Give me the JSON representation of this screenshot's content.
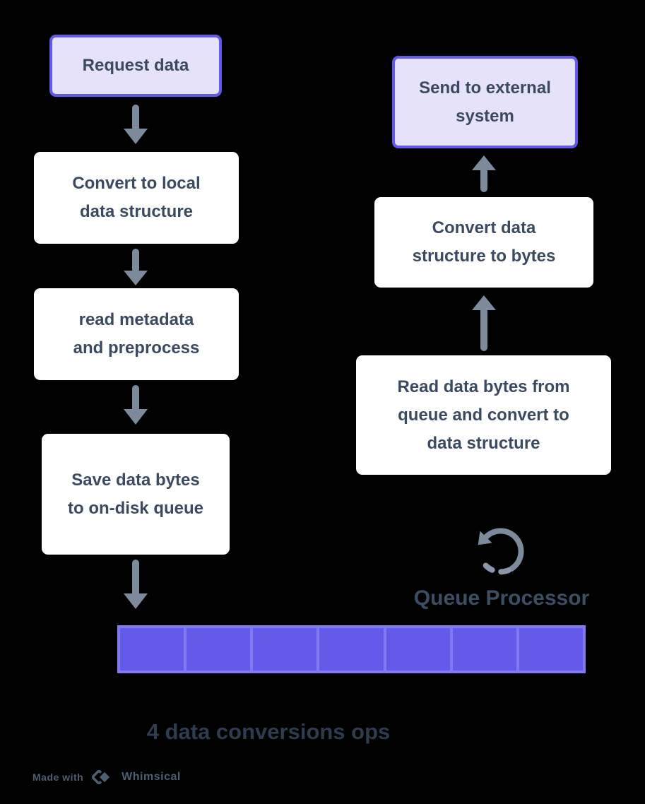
{
  "colors": {
    "background": "#000000",
    "accent_purple": "#6458E8",
    "purple_node_fill": "#E7E2FB",
    "white_node_fill": "#FFFFFF",
    "node_text": "#3B4A5F",
    "arrow": "#7D8A9B",
    "queue_frame": "#8079F0",
    "queue_cell": "#635AEA",
    "heading_text": "#3D4D63",
    "caption_text": "#2F3B4F",
    "watermark_text": "#4E5E73"
  },
  "nodes": {
    "request": {
      "label": "Request data"
    },
    "convert_local": {
      "label": "Convert to local\ndata structure"
    },
    "read_metadata": {
      "label": "read metadata\nand preprocess"
    },
    "save_bytes": {
      "label": "Save data bytes\nto on-disk queue"
    },
    "send_external": {
      "label": "Send to external\nsystem"
    },
    "convert_bytes": {
      "label": "Convert data\nstructure to bytes"
    },
    "read_queue": {
      "label": "Read data bytes from\nqueue and convert to\ndata structure"
    }
  },
  "queue": {
    "segments": 7,
    "processor_label": "Queue Processor"
  },
  "caption": {
    "ops_label": "4 data conversions ops"
  },
  "watermark": {
    "prefix": "Made with",
    "brand": "Whimsical"
  }
}
